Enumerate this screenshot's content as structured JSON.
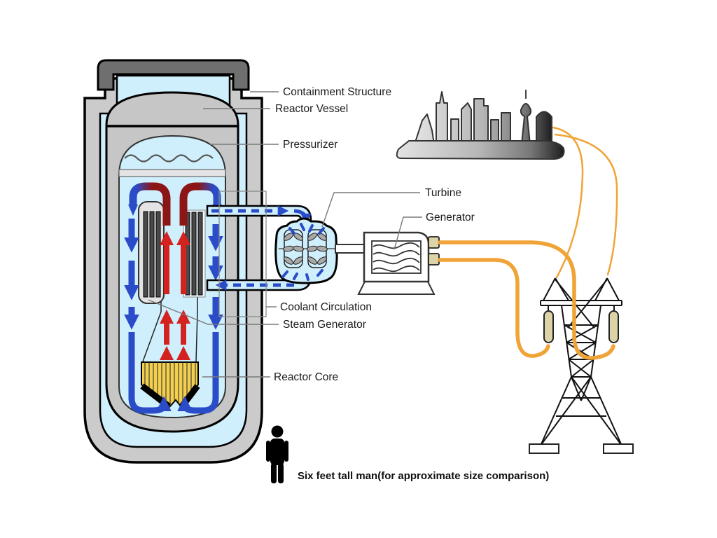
{
  "labels": {
    "containment_structure": "Containment Structure",
    "reactor_vessel": "Reactor Vessel",
    "pressurizer": "Pressurizer",
    "turbine": "Turbine",
    "generator": "Generator",
    "coolant_circulation": "Coolant Circulation",
    "steam_generator": "Steam Generator",
    "reactor_core": "Reactor Core"
  },
  "caption": "Six feet tall man(for approximate size comparison)",
  "colors": {
    "coolant_blue": "#2b4cc8",
    "hot_red": "#d42220",
    "hot_leg_maroon": "#8c1616",
    "core_yellow": "#f3cf4e",
    "interior_blue": "#cfeffc",
    "wall_gray": "#cbcbcb",
    "vessel_gray": "#c6c6c6",
    "cap_dark_gray": "#6f6f6f",
    "wire_orange": "#f0a437",
    "insulator_beige": "#ddd3a9",
    "leader_gray": "#7a7a7a"
  }
}
